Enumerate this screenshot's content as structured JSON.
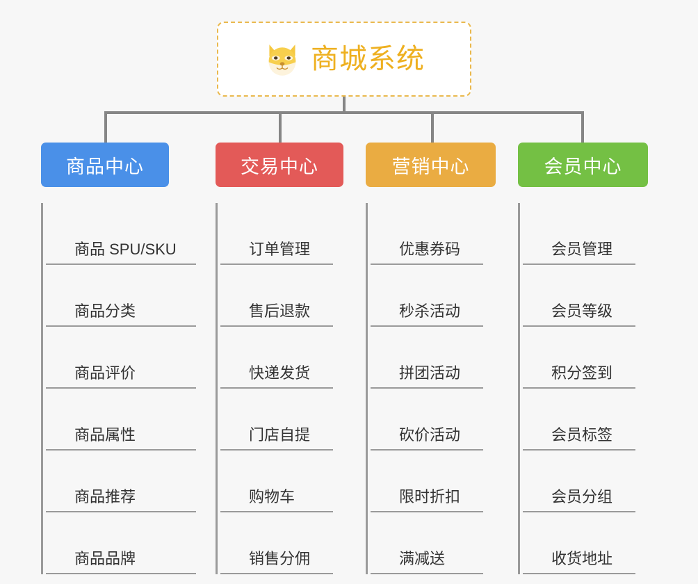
{
  "page": {
    "background_color": "#f7f7f7",
    "diagram_type": "mindmap-tree"
  },
  "root": {
    "title": "商城系统",
    "icon": "shiba-dog-face-icon",
    "text_color": "#eeb020",
    "border_color": "#eab94e",
    "background_color": "#ffffff"
  },
  "connectors": {
    "color": "#868686"
  },
  "branches": [
    {
      "title": "商品中心",
      "color": "#4a90e8",
      "leaves": [
        "商品 SPU/SKU",
        "商品分类",
        "商品评价",
        "商品属性",
        "商品推荐",
        "商品品牌"
      ]
    },
    {
      "title": "交易中心",
      "color": "#e35a58",
      "leaves": [
        "订单管理",
        "售后退款",
        "快递发货",
        "门店自提",
        "购物车",
        "销售分佣"
      ]
    },
    {
      "title": "营销中心",
      "color": "#eaac42",
      "leaves": [
        "优惠券码",
        "秒杀活动",
        "拼团活动",
        "砍价活动",
        "限时折扣",
        "满减送"
      ]
    },
    {
      "title": "会员中心",
      "color": "#74c044",
      "leaves": [
        "会员管理",
        "会员等级",
        "积分签到",
        "会员标签",
        "会员分组",
        "收货地址"
      ]
    }
  ]
}
